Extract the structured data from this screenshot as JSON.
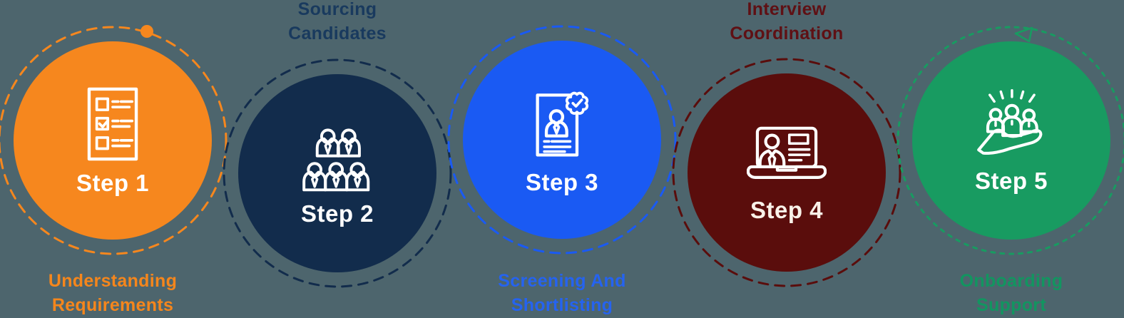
{
  "background_color": "#4D656D",
  "steps": [
    {
      "step_label": "Step 1",
      "title_lines": [
        "Understanding",
        "Requirements"
      ],
      "title_position": "bottom",
      "color": "#F6871E",
      "title_color": "#F5861C",
      "step_text_color": "#FFFFFF",
      "icon": "checklist-icon",
      "ring_marker": "solid-dot"
    },
    {
      "step_label": "Step 2",
      "title_lines": [
        "Sourcing",
        "Candidates"
      ],
      "title_position": "top",
      "color": "#122C4C",
      "title_color": "#193A5E",
      "step_text_color": "#FFFFFF",
      "icon": "team-icon",
      "ring_marker": "none"
    },
    {
      "step_label": "Step 3",
      "title_lines": [
        "Screening And",
        "Shortlisting"
      ],
      "title_position": "bottom",
      "color": "#1A5AF3",
      "title_color": "#2563F0",
      "step_text_color": "#FFFFFF",
      "icon": "resume-approved-icon",
      "ring_marker": "none"
    },
    {
      "step_label": "Step 4",
      "title_lines": [
        "Interview",
        "Coordination"
      ],
      "title_position": "top",
      "color": "#5A0D0C",
      "title_color": "#5F1014",
      "step_text_color": "#F9F1E9",
      "icon": "video-interview-icon",
      "ring_marker": "none"
    },
    {
      "step_label": "Step 5",
      "title_lines": [
        "Onboarding",
        "Support"
      ],
      "title_position": "bottom",
      "color": "#189B61",
      "title_color": "#129560",
      "step_text_color": "#FFFFFF",
      "icon": "support-hand-icon",
      "ring_marker": "arrow"
    }
  ]
}
